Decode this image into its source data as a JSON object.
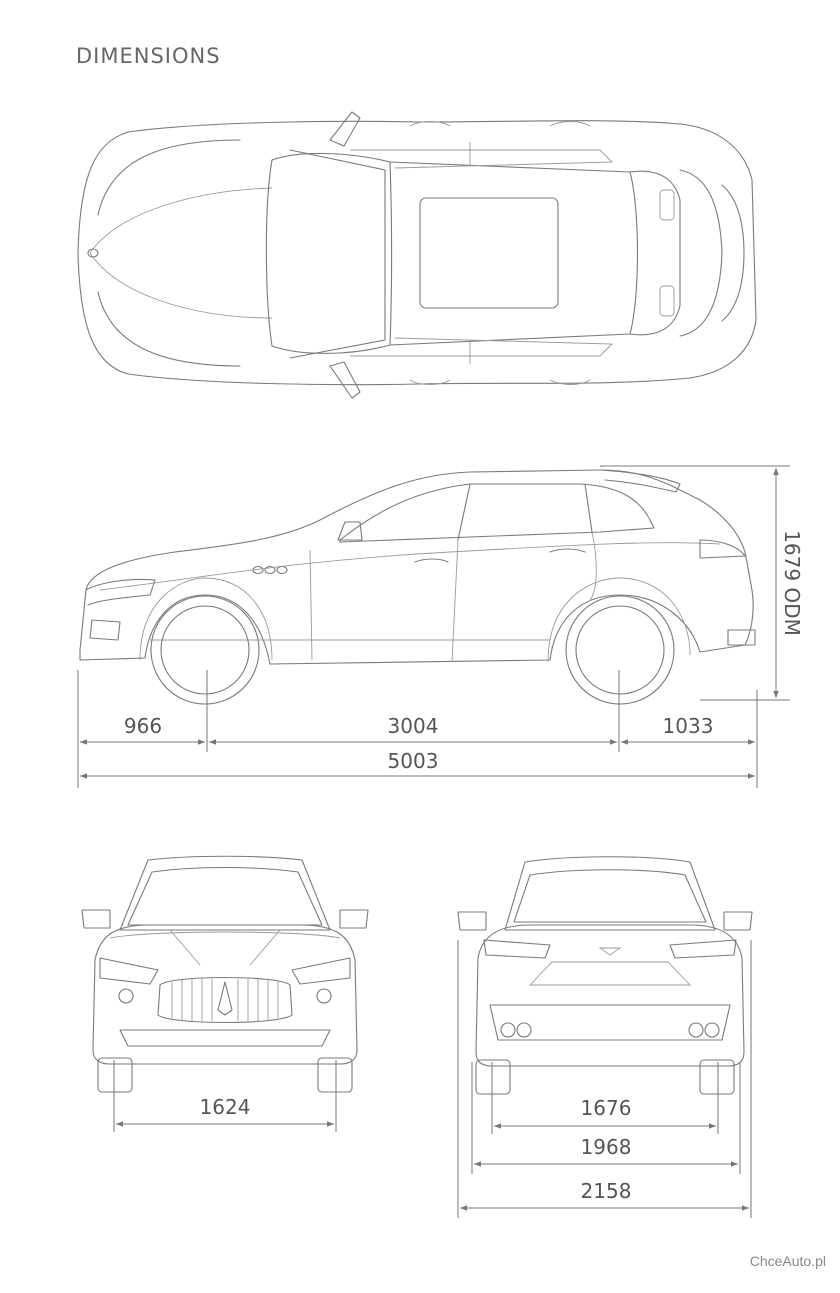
{
  "title": "DIMENSIONS",
  "watermark": "ChceAuto.pl",
  "dimensions": {
    "front_overhang": "966",
    "wheelbase": "3004",
    "rear_overhang": "1033",
    "overall_length": "5003",
    "height": "1679 ODM",
    "front_track": "1624",
    "rear_track": "1676",
    "width_without_mirrors": "1968",
    "width_with_mirrors": "2158"
  },
  "views": [
    "top-view",
    "side-view",
    "front-view",
    "rear-view"
  ]
}
